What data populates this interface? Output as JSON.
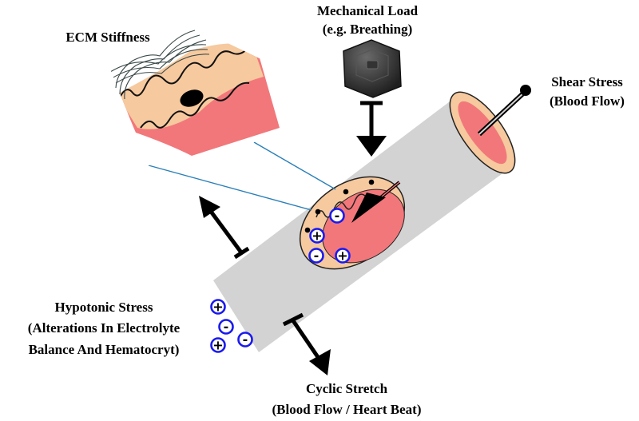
{
  "labels": {
    "ecm_stiffness": "ECM Stiffness",
    "mechanical_load": [
      "Mechanical Load",
      "(e.g. Breathing)"
    ],
    "shear_stress": [
      "Shear Stress",
      "(Blood Flow)"
    ],
    "hypotonic_stress": [
      "Hypotonic Stress",
      "(Alterations In Electrolyte",
      "Balance And Hematocryt)"
    ],
    "cyclic_stretch": [
      "Cyclic Stretch",
      "(Blood Flow / Heart Beat)"
    ]
  },
  "ions": {
    "vessel": [
      "-",
      "+",
      "-",
      "+"
    ],
    "outside": [
      "+",
      "-",
      "-",
      "+"
    ]
  },
  "colors": {
    "vessel": "#d3d3d3",
    "cell": "#f6c99e",
    "lumen": "#f2777a",
    "ion_ring": "#1a1aee",
    "inset_line": "#2a7fb8",
    "weight": "#3a3a3a"
  }
}
